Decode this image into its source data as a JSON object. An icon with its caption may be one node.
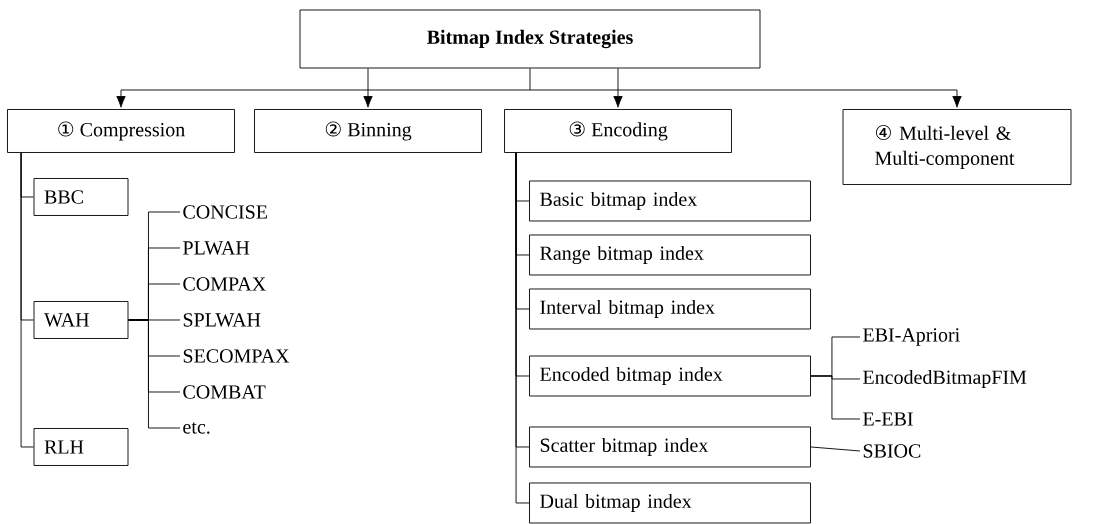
{
  "diagram": {
    "nodes": [
      {
        "text": [
          "Bitmap Index Strategies"
        ]
      },
      {
        "text": [
          "① Compression"
        ]
      },
      {
        "text": [
          "② Binning"
        ]
      },
      {
        "text": [
          "③ Encoding"
        ]
      },
      {
        "text": [
          "④ Multi-level & Multi-component"
        ]
      },
      {
        "text": [
          "BBC"
        ]
      },
      {
        "text": [
          "WAH"
        ]
      },
      {
        "text": [
          "RLH"
        ]
      },
      {
        "text": [
          "CONCISE"
        ]
      },
      {
        "text": [
          "PLWAH"
        ]
      },
      {
        "text": [
          "COMPAX"
        ]
      },
      {
        "text": [
          "SPLWAH"
        ]
      },
      {
        "text": [
          "SECOMPAX"
        ]
      },
      {
        "text": [
          "COMBAT"
        ]
      },
      {
        "text": [
          "etc."
        ]
      },
      {
        "text": [
          "Basic bitmap index"
        ]
      },
      {
        "text": [
          "Range bitmap index"
        ]
      },
      {
        "text": [
          "Interval bitmap index"
        ]
      },
      {
        "text": [
          "Encoded bitmap index"
        ]
      },
      {
        "text": [
          "Scatter bitmap index"
        ]
      },
      {
        "text": [
          "Dual bitmap index"
        ]
      },
      {
        "text": [
          "EBI-Apriori"
        ]
      },
      {
        "text": [
          "EncodedBitmapFIM"
        ]
      },
      {
        "text": [
          "E-EBI"
        ]
      },
      {
        "text": [
          "SBIOC"
        ]
      }
    ],
    "edges": [
      {
        "from": 0,
        "to": 1,
        "arrow": "to"
      },
      {
        "from": 0,
        "to": 2,
        "arrow": "to"
      },
      {
        "from": 0,
        "to": 3,
        "arrow": "to"
      },
      {
        "from": 0,
        "to": 4,
        "arrow": "to"
      },
      {
        "from": 1,
        "to": 5,
        "arrow": "none"
      },
      {
        "from": 1,
        "to": 6,
        "arrow": "none"
      },
      {
        "from": 1,
        "to": 7,
        "arrow": "none"
      },
      {
        "from": 6,
        "to": 8,
        "arrow": "none"
      },
      {
        "from": 6,
        "to": 9,
        "arrow": "none"
      },
      {
        "from": 6,
        "to": 10,
        "arrow": "none"
      },
      {
        "from": 6,
        "to": 11,
        "arrow": "none"
      },
      {
        "from": 6,
        "to": 12,
        "arrow": "none"
      },
      {
        "from": 6,
        "to": 13,
        "arrow": "none"
      },
      {
        "from": 6,
        "to": 14,
        "arrow": "none"
      },
      {
        "from": 3,
        "to": 15,
        "arrow": "none"
      },
      {
        "from": 3,
        "to": 16,
        "arrow": "none"
      },
      {
        "from": 3,
        "to": 17,
        "arrow": "none"
      },
      {
        "from": 3,
        "to": 18,
        "arrow": "none"
      },
      {
        "from": 3,
        "to": 19,
        "arrow": "none"
      },
      {
        "from": 3,
        "to": 20,
        "arrow": "none"
      },
      {
        "from": 18,
        "to": 21,
        "arrow": "none"
      },
      {
        "from": 18,
        "to": 22,
        "arrow": "none"
      },
      {
        "from": 18,
        "to": 23,
        "arrow": "none"
      },
      {
        "from": 19,
        "to": 24,
        "arrow": "none"
      }
    ]
  }
}
